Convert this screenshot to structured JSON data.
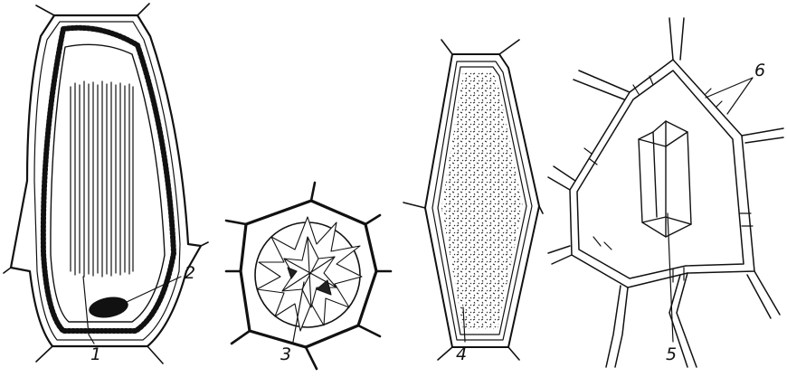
{
  "figure": {
    "labels": [
      {
        "id": "1",
        "text": "1"
      },
      {
        "id": "2",
        "text": "2"
      },
      {
        "id": "3",
        "text": "3"
      },
      {
        "id": "4",
        "text": "4"
      },
      {
        "id": "5",
        "text": "5"
      },
      {
        "id": "6",
        "text": "6"
      }
    ],
    "ink_color": "#111111",
    "background": "#ffffff"
  }
}
